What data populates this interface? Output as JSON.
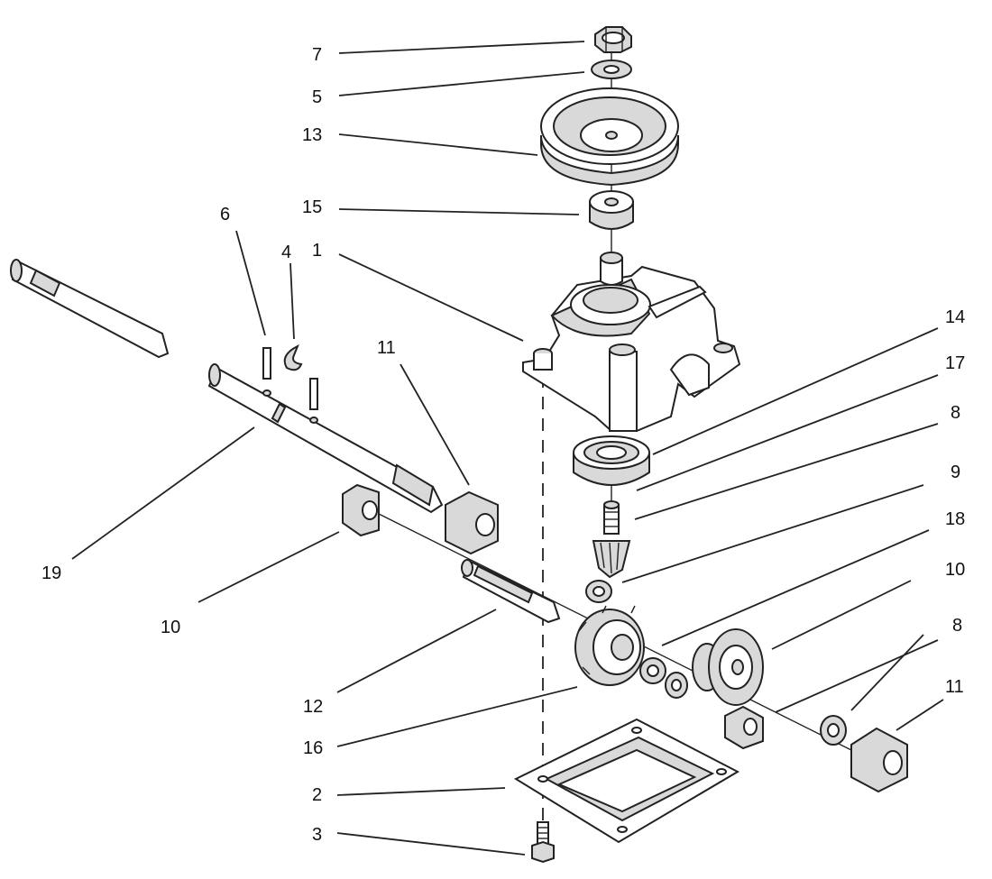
{
  "diagram": {
    "callouts": {
      "c7": "7",
      "c5": "5",
      "c13": "13",
      "c15": "15",
      "c1": "1",
      "c6": "6",
      "c4": "4",
      "c14": "14",
      "c17": "17",
      "c8a": "8",
      "c11a": "11",
      "c9": "9",
      "c18": "18",
      "c10a": "10",
      "c19": "19",
      "c10b": "10",
      "c8b": "8",
      "c11b": "11",
      "c12": "12",
      "c16": "16",
      "c2": "2",
      "c3": "3"
    }
  }
}
